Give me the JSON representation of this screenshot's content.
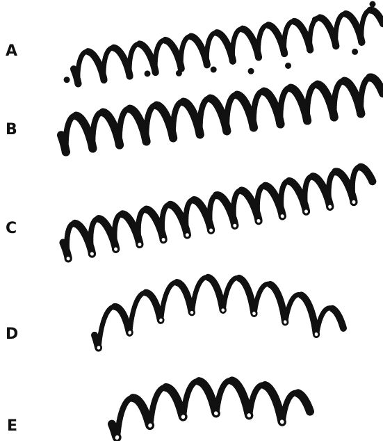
{
  "panels": [
    {
      "label": "A",
      "style": "ribbon-dots",
      "color": "#111111",
      "highlight": "#ffffff"
    },
    {
      "label": "B",
      "style": "ribbon",
      "color": "#111111",
      "highlight": "#ffffff"
    },
    {
      "label": "C",
      "style": "ribbon-highlight",
      "color": "#111111",
      "highlight": "#ffffff"
    },
    {
      "label": "D",
      "style": "curved-ribbon",
      "color": "#111111",
      "highlight": "#ffffff"
    },
    {
      "label": "E",
      "style": "curved-ribbon",
      "color": "#111111",
      "highlight": "#ffffff"
    }
  ]
}
